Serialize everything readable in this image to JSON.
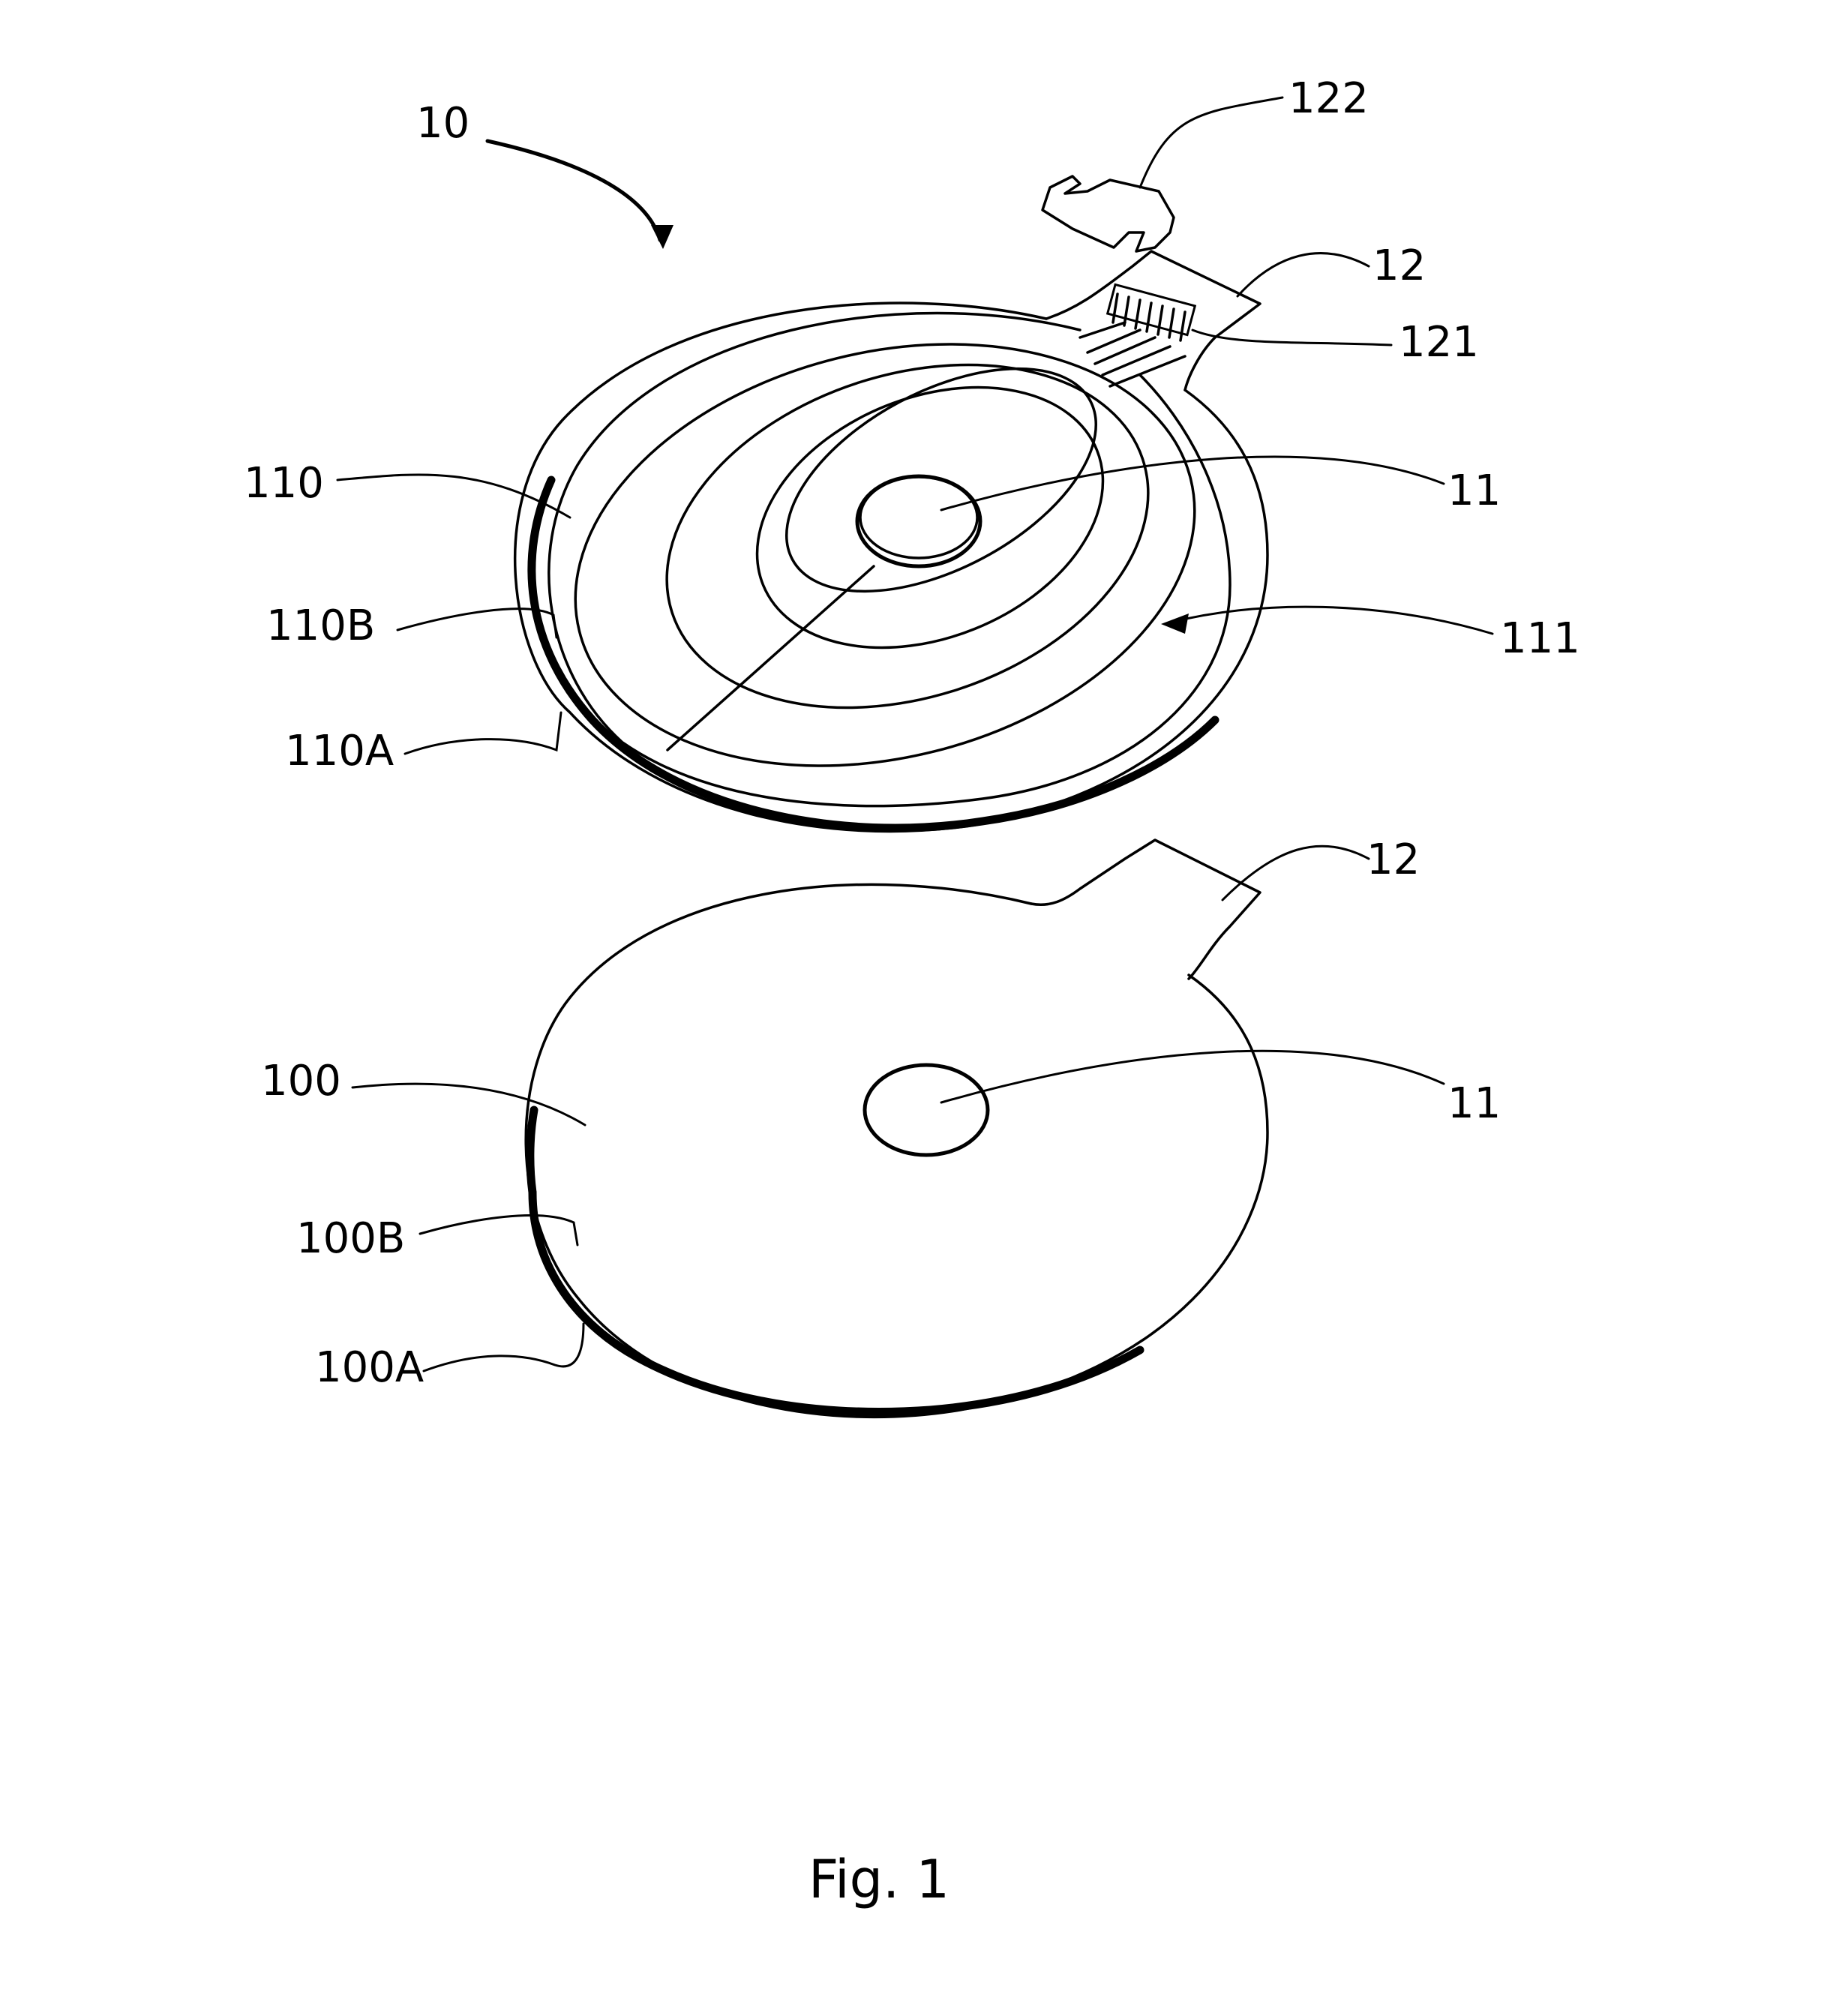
{
  "figure": {
    "caption": "Fig. 1",
    "labels": {
      "assembly": "10",
      "connector": "122",
      "tab_top": "12",
      "contacts": "121",
      "top_layer": "110",
      "center_top": "11",
      "top_inner_surface": "110B",
      "traces": "111",
      "top_outer_surface": "110A",
      "tab_bottom": "12",
      "bottom_layer": "100",
      "center_bottom": "11",
      "bottom_inner_surface": "100B",
      "bottom_outer_surface": "100A"
    }
  }
}
